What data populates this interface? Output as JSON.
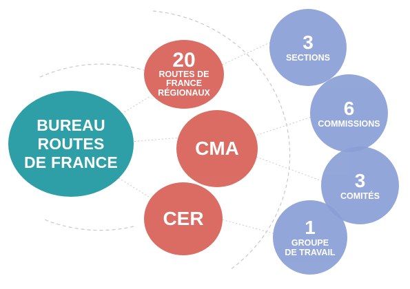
{
  "bureau": {
    "label_lines": [
      "BUREAU",
      "ROUTES",
      "DE FRANCE"
    ]
  },
  "routes_regionaux": {
    "number": "20",
    "label_lines": [
      "ROUTES DE",
      "FRANCE",
      "RÉGIONAUX"
    ]
  },
  "cma": {
    "label": "CMA"
  },
  "cer": {
    "label": "CER"
  },
  "sections": {
    "number": "3",
    "label": "SECTIONS"
  },
  "commissions": {
    "number": "6",
    "label": "COMMISSIONS"
  },
  "comites": {
    "number": "3",
    "label": "COMITÉS"
  },
  "groupe_travail": {
    "number": "1",
    "label_lines": [
      "GROUPE",
      "DE TRAVAIL"
    ]
  },
  "colors": {
    "teal": "#2e9fa6",
    "red": "#d9675e",
    "blue": "#8a9fd6",
    "connector": "#c8c8c8"
  }
}
